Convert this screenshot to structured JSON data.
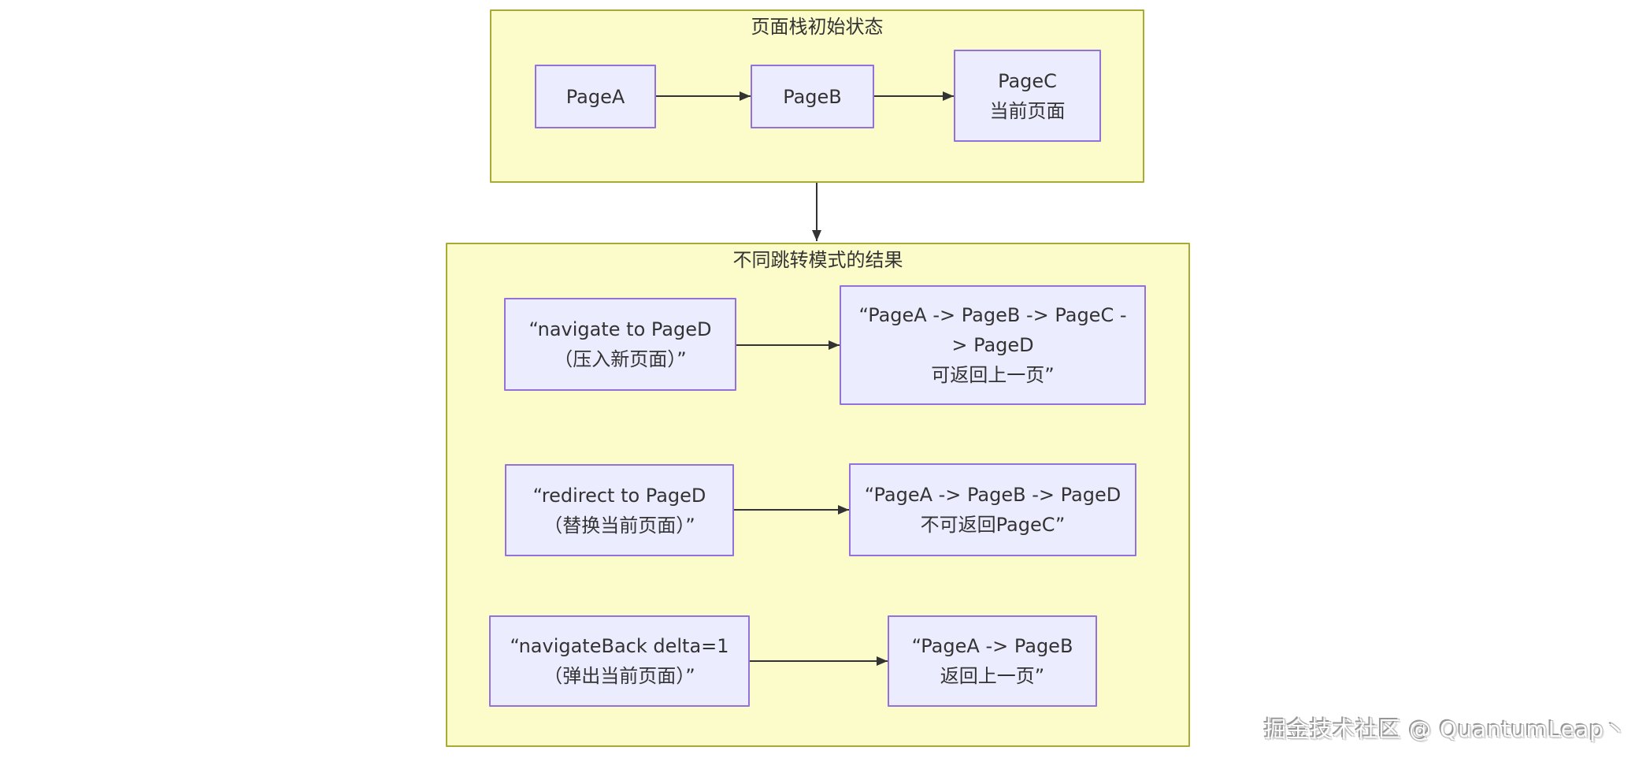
{
  "colors": {
    "cluster_fill": "#fcfcca",
    "cluster_border": "#a9aa33",
    "node_fill": "#ECECFF",
    "node_border": "#9370DB",
    "arrow": "#333333",
    "text": "#333333"
  },
  "top_section": {
    "title": "页面栈初始状态",
    "nodes": [
      {
        "label": [
          "PageA"
        ]
      },
      {
        "label": [
          "PageB"
        ]
      },
      {
        "label": [
          "PageC",
          "当前页面"
        ]
      }
    ]
  },
  "bottom_section": {
    "title": "不同跳转模式的结果",
    "rows": [
      {
        "action": [
          "“navigate to PageD",
          "（压入新页面）”"
        ],
        "result": [
          "“PageA -> PageB -> PageC -",
          "> PageD",
          "可返回上一页”"
        ]
      },
      {
        "action": [
          "“redirect to PageD",
          "（替换当前页面）”"
        ],
        "result": [
          "“PageA -> PageB -> PageD",
          "不可返回PageC”"
        ]
      },
      {
        "action": [
          "“navigateBack delta=1",
          "（弹出当前页面）”"
        ],
        "result": [
          "“PageA -> PageB",
          "返回上一页”"
        ]
      }
    ]
  },
  "watermark": {
    "text": "掘金技术社区 @ QuantumLeap丶"
  }
}
